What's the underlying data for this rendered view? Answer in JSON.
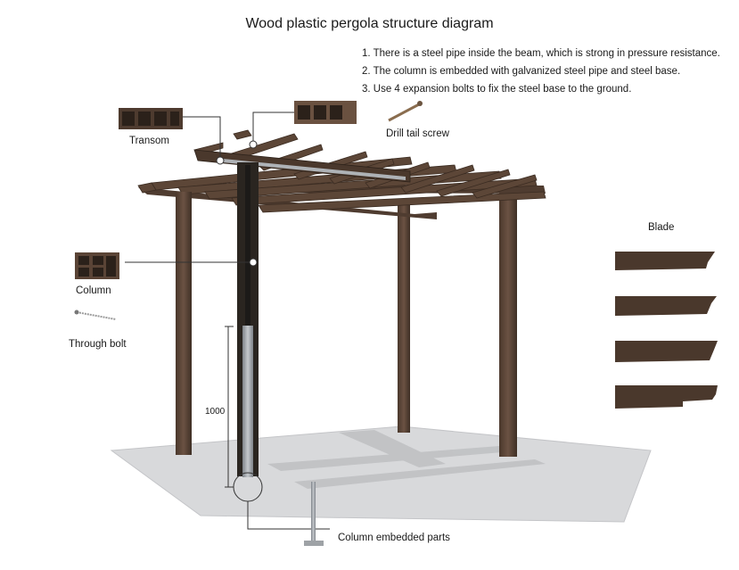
{
  "title": "Wood plastic pergola structure diagram",
  "notes": [
    "1. There is a steel pipe inside the beam, which is strong in pressure resistance.",
    "2. The column is embedded with galvanized steel pipe and steel base.",
    "3. Use 4 expansion bolts to fix the steel base to the ground."
  ],
  "labels": {
    "transom": "Transom",
    "drill_tail_screw": "Drill tail screw",
    "column": "Column",
    "through_bolt": "Through bolt",
    "blade": "Blade",
    "dimension": "1000",
    "embedded_parts": "Column embedded parts"
  },
  "colors": {
    "wood": "#5a4436",
    "wood_dark": "#3b2c22",
    "ground": "#d6d6d8",
    "steel": "#9a9ea3",
    "leader": "#333333"
  }
}
